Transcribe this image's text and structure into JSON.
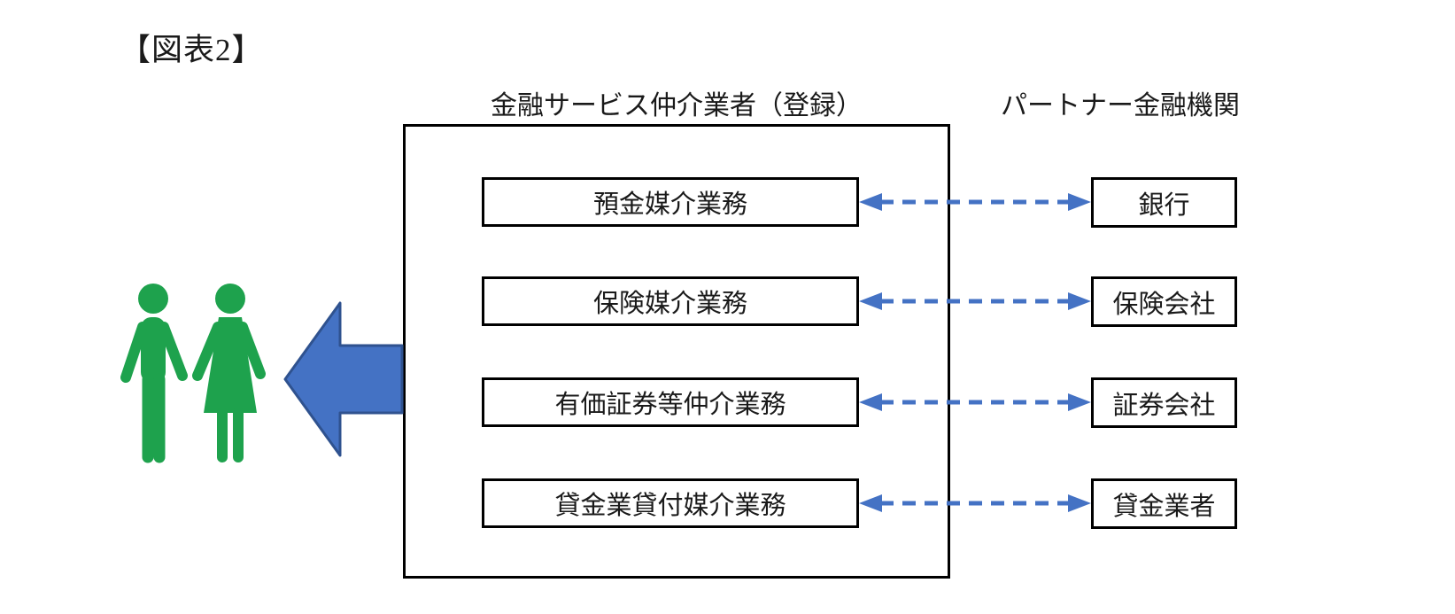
{
  "title": "【図表2】",
  "colors": {
    "accent_blue": "#4472C4",
    "arrow_border": "#2F528F",
    "green": "#1EA24D",
    "box_border": "#000000"
  },
  "diagram": {
    "intermediary": {
      "header": "金融サービス仲介業者（登録）",
      "services": [
        "預金媒介業務",
        "保険媒介業務",
        "有価証券等仲介業務",
        "貸金業貸付媒介業務"
      ]
    },
    "partners": {
      "header": "パートナー金融機関",
      "institutions": [
        "銀行",
        "保険会社",
        "証券会社",
        "貸金業者"
      ]
    },
    "icons": {
      "customers": "couple-icon",
      "flow": "left-block-arrow-icon",
      "links": "bidirectional-dashed-arrow-icon"
    }
  }
}
